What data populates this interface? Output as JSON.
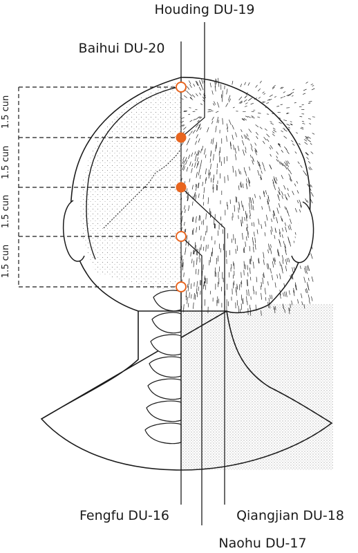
{
  "points": [
    {
      "id": "houding",
      "label": "Houding DU-19",
      "filled": true
    },
    {
      "id": "baihui",
      "label": "Baihui DU-20",
      "filled": false
    },
    {
      "id": "qiangjian",
      "label": "Qiangjian DU-18",
      "filled": true
    },
    {
      "id": "naohu",
      "label": "Naohu DU-17",
      "filled": false
    },
    {
      "id": "fengfu",
      "label": "Fengfu DU-16",
      "filled": false
    }
  ],
  "spacing": [
    "1.5 cun",
    "1.5 cun",
    "1.5 cun",
    "1.5 cun"
  ],
  "colors": {
    "point_fill": "#e8651f",
    "line": "#1a1a1a",
    "skin": "#ffffff"
  }
}
